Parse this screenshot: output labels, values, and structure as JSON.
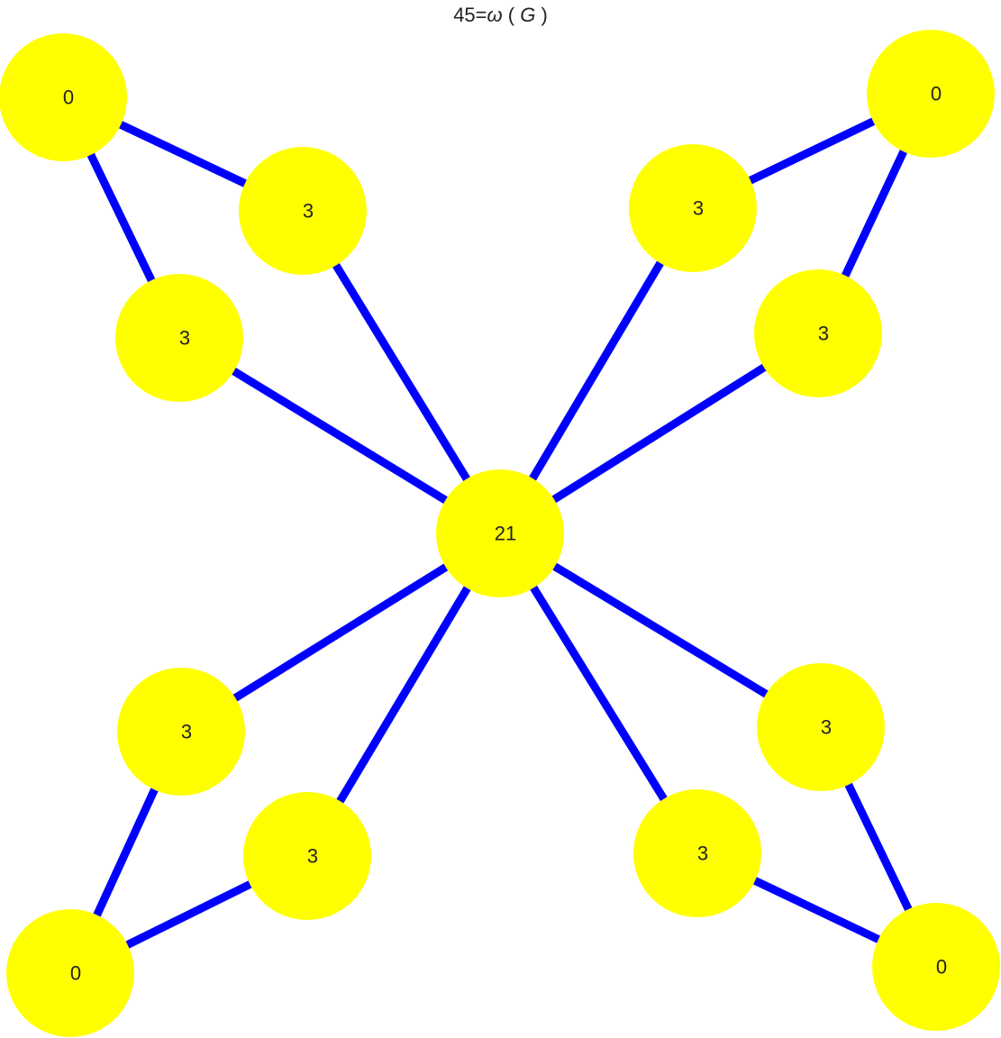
{
  "title": {
    "prefix": "45=",
    "omega": "ω",
    "open": " ( ",
    "var": "G",
    "close": " )"
  },
  "colors": {
    "node_fill": "#ffff00",
    "edge": "#0000ff",
    "label": "#222222"
  },
  "nodes": [
    {
      "id": "center",
      "label": "21"
    },
    {
      "id": "tl-hub",
      "label": "0"
    },
    {
      "id": "tl-a",
      "label": "3"
    },
    {
      "id": "tl-b",
      "label": "3"
    },
    {
      "id": "tr-hub",
      "label": "0"
    },
    {
      "id": "tr-a",
      "label": "3"
    },
    {
      "id": "tr-b",
      "label": "3"
    },
    {
      "id": "bl-hub",
      "label": "0"
    },
    {
      "id": "bl-a",
      "label": "3"
    },
    {
      "id": "bl-b",
      "label": "3"
    },
    {
      "id": "br-hub",
      "label": "0"
    },
    {
      "id": "br-a",
      "label": "3"
    },
    {
      "id": "br-b",
      "label": "3"
    }
  ],
  "edges": [
    [
      "tl-hub",
      "tl-a"
    ],
    [
      "tl-hub",
      "tl-b"
    ],
    [
      "tl-a",
      "center"
    ],
    [
      "tl-b",
      "center"
    ],
    [
      "tr-hub",
      "tr-a"
    ],
    [
      "tr-hub",
      "tr-b"
    ],
    [
      "tr-a",
      "center"
    ],
    [
      "tr-b",
      "center"
    ],
    [
      "bl-hub",
      "bl-a"
    ],
    [
      "bl-hub",
      "bl-b"
    ],
    [
      "bl-a",
      "center"
    ],
    [
      "bl-b",
      "center"
    ],
    [
      "br-hub",
      "br-a"
    ],
    [
      "br-hub",
      "br-b"
    ],
    [
      "br-a",
      "center"
    ],
    [
      "br-b",
      "center"
    ]
  ]
}
